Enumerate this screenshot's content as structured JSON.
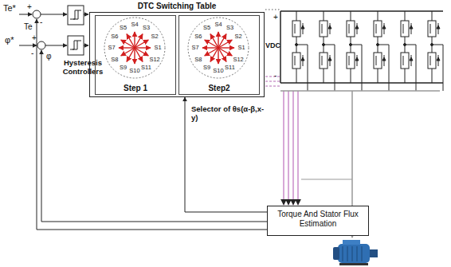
{
  "diagram": {
    "nodes": [
      {
        "text": [
          "DTC Switching Table"
        ]
      },
      {
        "text": [
          "Step 1"
        ],
        "in": 0
      },
      {
        "text": [
          "Step2"
        ],
        "in": 0
      },
      {
        "text": [
          "Torque And Stator Flux Estimation"
        ]
      }
    ],
    "edges": [
      {
        "from": 3,
        "to": 0,
        "arrow": "to",
        "label": "Selector of θs(α-β,x-y)"
      }
    ],
    "labels": [
      "Te*",
      "Te",
      "φ*",
      "φ",
      "+",
      "-",
      "+",
      "-",
      "Hysteresis Controllers",
      "VDC",
      "+",
      "-",
      "S1",
      "S2",
      "S3",
      "S4",
      "S5",
      "S6",
      "S7",
      "S8",
      "S9",
      "S10",
      "S11",
      "S12",
      "S1",
      "S2",
      "S3",
      "S4",
      "S5",
      "S6",
      "S7",
      "S8",
      "S9",
      "S10",
      "S11",
      "S12"
    ]
  }
}
